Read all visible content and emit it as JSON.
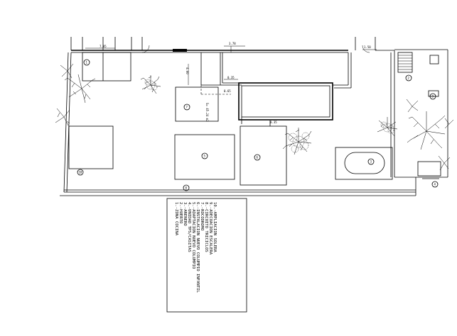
{
  "legend": {
    "items": [
      "1.-ZONA COCINA",
      "2.-HUERTO",
      "3.-ARENERO",
      "4.-UNIDAD TPS/CASITAS",
      "5.-ADAPTACION NUEVO COLUMPIO",
      "6.-INSTALACION NUEVO COLUMPIO INFANTIL",
      "7.-ROCODROMO",
      "8.-CIRCUITO TRICICLOS",
      "9.-ADECUACION ESCALERA",
      "10.-AMPLIACION SOLERA"
    ]
  },
  "markers": [
    "1",
    "2",
    "3",
    "4",
    "5",
    "6",
    "7",
    "8",
    "9",
    "10"
  ],
  "dimensions": {
    "d1": "7.85",
    "d2": "3.78",
    "d3": "0.35",
    "d4": "1.50",
    "d5": "0.35",
    "d6": "0.65",
    "d7": "S= 45.24 m2",
    "d8": "4.00"
  }
}
